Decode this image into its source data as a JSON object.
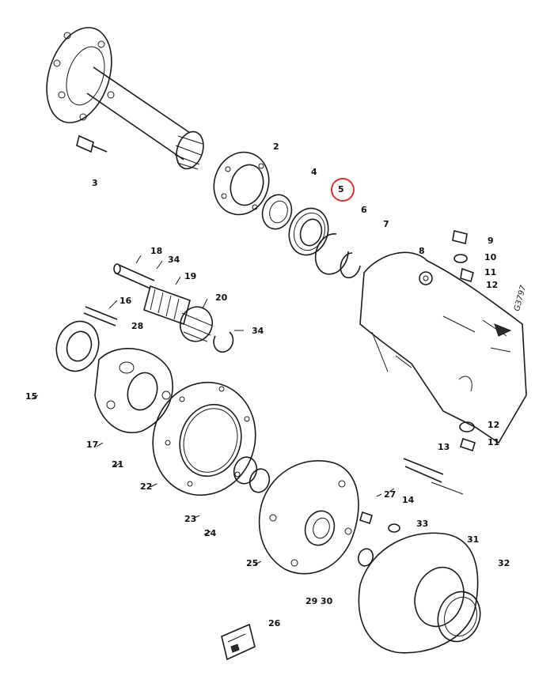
{
  "labels": {
    "l2": "2",
    "l3": "3",
    "l4": "4",
    "l5": "5",
    "l6": "6",
    "l7": "7",
    "l8": "8",
    "l9": "9",
    "l10": "10",
    "l11a": "11",
    "l12a": "12",
    "l12b": "12",
    "l11b": "11",
    "l13": "13",
    "l14": "14",
    "l15": "15",
    "l16": "16",
    "l17": "17",
    "l18": "18",
    "l19": "19",
    "l20": "20",
    "l21": "21",
    "l22": "22",
    "l23": "23",
    "l24": "24",
    "l25": "25",
    "l26": "26",
    "l27": "27",
    "l28": "28",
    "l2930": "29 30",
    "l31": "31",
    "l32": "32",
    "l33": "33",
    "l34a": "34",
    "l34b": "34"
  },
  "drawing_code": "G3797",
  "highlight": {
    "part": "5",
    "color": "#e0302a"
  }
}
